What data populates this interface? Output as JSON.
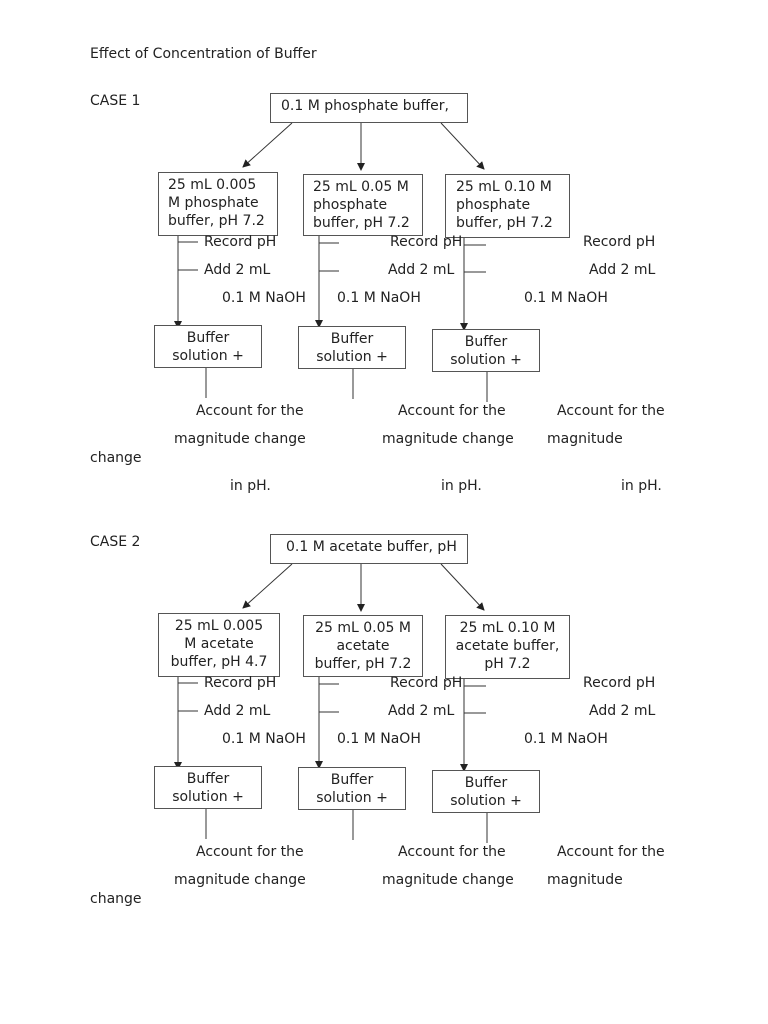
{
  "title": "Effect of Concentration of Buffer",
  "cases": [
    {
      "label": "CASE 1",
      "top_box": "0.1 M phosphate buffer,",
      "boxes": [
        "25 mL 0.005\nM phosphate\nbuffer, pH 7.2",
        "25 mL 0.05 M\nphosphate\nbuffer, pH 7.2",
        "25 mL 0.10 M\nphosphate\nbuffer, pH 7.2"
      ],
      "record_label": "Record pH",
      "add_label": "Add 2 mL",
      "naoh_label": "0.1 M NaOH",
      "result_box": "Buffer\nsolution +",
      "account_1": "Account for the",
      "account_2a": "magnitude change",
      "account_2b": "magnitude",
      "change_word": "change",
      "in_ph": "in pH."
    },
    {
      "label": "CASE 2",
      "top_box": "0.1 M acetate buffer, pH",
      "boxes": [
        "25 mL 0.005\nM acetate\nbuffer, pH 4.7",
        "25 mL 0.05 M\nacetate\nbuffer, pH 7.2",
        "25 mL 0.10 M\nacetate buffer,\npH 7.2"
      ],
      "record_label": "Record pH",
      "add_label": "Add 2 mL",
      "naoh_label": "0.1 M NaOH",
      "result_box": "Buffer\nsolution +",
      "account_1": "Account for the",
      "account_2a": "magnitude change",
      "account_2b": "magnitude",
      "change_word": "change"
    }
  ]
}
